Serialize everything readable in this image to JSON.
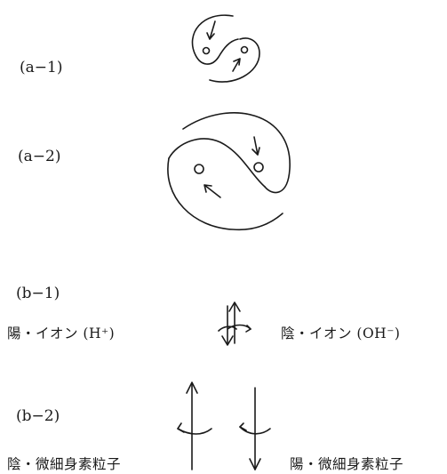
{
  "labels": {
    "a1": "(a−1)",
    "a2": "(a−2)",
    "b1": "(b−1)",
    "b2": "(b−2)"
  },
  "texts": {
    "b1_left": "陽・イオン (H⁺)",
    "b1_right": "陰・イオン (OH⁻)",
    "b2_left": "陰・微細身素粒子",
    "b2_right": "陽・微細身素粒子"
  },
  "colors": {
    "ink": "#1a1a1a"
  }
}
